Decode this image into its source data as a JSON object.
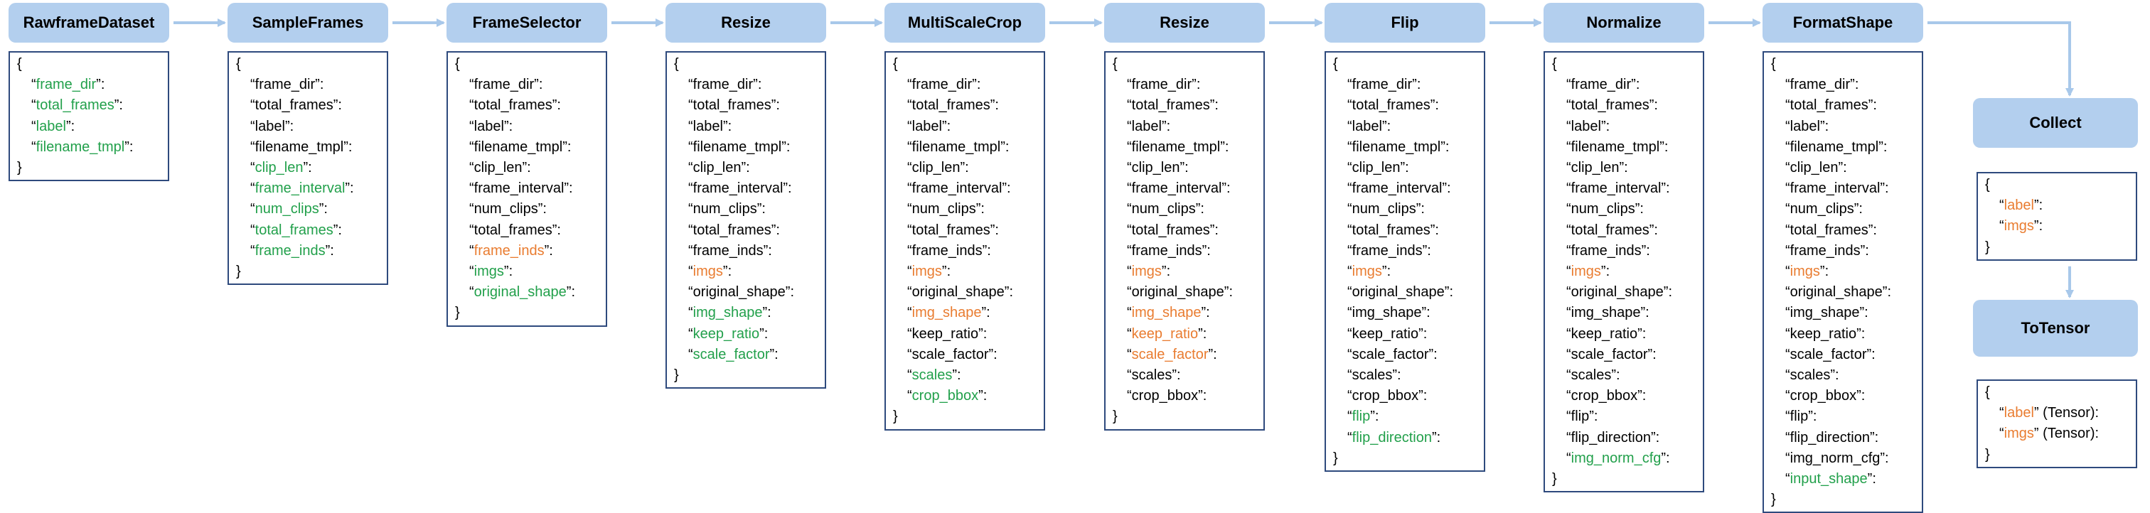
{
  "colors": {
    "box_fill": "#b3cfee",
    "box_border": "#2e4a7d",
    "arrow": "#a8c8ea",
    "added_key": "#22a04b",
    "modified_key": "#e97c30",
    "existing_key": "#000000"
  },
  "legend_note": "",
  "stages": [
    {
      "name": "RawframeDataset",
      "fields": [
        {
          "key": "frame_dir",
          "state": "new"
        },
        {
          "key": "total_frames",
          "state": "new"
        },
        {
          "key": "label",
          "state": "new"
        },
        {
          "key": "filename_tmpl",
          "state": "new"
        }
      ]
    },
    {
      "name": "SampleFrames",
      "fields": [
        {
          "key": "frame_dir",
          "state": "plain"
        },
        {
          "key": "total_frames",
          "state": "plain"
        },
        {
          "key": "label",
          "state": "plain"
        },
        {
          "key": "filename_tmpl",
          "state": "plain"
        },
        {
          "key": "clip_len",
          "state": "new"
        },
        {
          "key": "frame_interval",
          "state": "new"
        },
        {
          "key": "num_clips",
          "state": "new"
        },
        {
          "key": "total_frames",
          "state": "new"
        },
        {
          "key": "frame_inds",
          "state": "new"
        }
      ]
    },
    {
      "name": "FrameSelector",
      "fields": [
        {
          "key": "frame_dir",
          "state": "plain"
        },
        {
          "key": "total_frames",
          "state": "plain"
        },
        {
          "key": "label",
          "state": "plain"
        },
        {
          "key": "filename_tmpl",
          "state": "plain"
        },
        {
          "key": "clip_len",
          "state": "plain"
        },
        {
          "key": "frame_interval",
          "state": "plain"
        },
        {
          "key": "num_clips",
          "state": "plain"
        },
        {
          "key": "total_frames",
          "state": "plain"
        },
        {
          "key": "frame_inds",
          "state": "mod"
        },
        {
          "key": "imgs",
          "state": "new"
        },
        {
          "key": "original_shape",
          "state": "new"
        }
      ]
    },
    {
      "name": "Resize",
      "fields": [
        {
          "key": "frame_dir",
          "state": "plain"
        },
        {
          "key": "total_frames",
          "state": "plain"
        },
        {
          "key": "label",
          "state": "plain"
        },
        {
          "key": "filename_tmpl",
          "state": "plain"
        },
        {
          "key": "clip_len",
          "state": "plain"
        },
        {
          "key": "frame_interval",
          "state": "plain"
        },
        {
          "key": "num_clips",
          "state": "plain"
        },
        {
          "key": "total_frames",
          "state": "plain"
        },
        {
          "key": "frame_inds",
          "state": "plain"
        },
        {
          "key": "imgs",
          "state": "mod"
        },
        {
          "key": "original_shape",
          "state": "plain"
        },
        {
          "key": "img_shape",
          "state": "new"
        },
        {
          "key": "keep_ratio",
          "state": "new"
        },
        {
          "key": "scale_factor",
          "state": "new"
        }
      ]
    },
    {
      "name": "MultiScaleCrop",
      "fields": [
        {
          "key": "frame_dir",
          "state": "plain"
        },
        {
          "key": "total_frames",
          "state": "plain"
        },
        {
          "key": "label",
          "state": "plain"
        },
        {
          "key": "filename_tmpl",
          "state": "plain"
        },
        {
          "key": "clip_len",
          "state": "plain"
        },
        {
          "key": "frame_interval",
          "state": "plain"
        },
        {
          "key": "num_clips",
          "state": "plain"
        },
        {
          "key": "total_frames",
          "state": "plain"
        },
        {
          "key": "frame_inds",
          "state": "plain"
        },
        {
          "key": "imgs",
          "state": "mod"
        },
        {
          "key": "original_shape",
          "state": "plain"
        },
        {
          "key": "img_shape",
          "state": "mod"
        },
        {
          "key": "keep_ratio",
          "state": "plain"
        },
        {
          "key": "scale_factor",
          "state": "plain"
        },
        {
          "key": "scales",
          "state": "new"
        },
        {
          "key": "crop_bbox",
          "state": "new"
        }
      ]
    },
    {
      "name": "Resize",
      "fields": [
        {
          "key": "frame_dir",
          "state": "plain"
        },
        {
          "key": "total_frames",
          "state": "plain"
        },
        {
          "key": "label",
          "state": "plain"
        },
        {
          "key": "filename_tmpl",
          "state": "plain"
        },
        {
          "key": "clip_len",
          "state": "plain"
        },
        {
          "key": "frame_interval",
          "state": "plain"
        },
        {
          "key": "num_clips",
          "state": "plain"
        },
        {
          "key": "total_frames",
          "state": "plain"
        },
        {
          "key": "frame_inds",
          "state": "plain"
        },
        {
          "key": "imgs",
          "state": "mod"
        },
        {
          "key": "original_shape",
          "state": "plain"
        },
        {
          "key": "img_shape",
          "state": "mod"
        },
        {
          "key": "keep_ratio",
          "state": "mod"
        },
        {
          "key": "scale_factor",
          "state": "mod"
        },
        {
          "key": "scales",
          "state": "plain"
        },
        {
          "key": "crop_bbox",
          "state": "plain"
        }
      ]
    },
    {
      "name": "Flip",
      "fields": [
        {
          "key": "frame_dir",
          "state": "plain"
        },
        {
          "key": "total_frames",
          "state": "plain"
        },
        {
          "key": "label",
          "state": "plain"
        },
        {
          "key": "filename_tmpl",
          "state": "plain"
        },
        {
          "key": "clip_len",
          "state": "plain"
        },
        {
          "key": "frame_interval",
          "state": "plain"
        },
        {
          "key": "num_clips",
          "state": "plain"
        },
        {
          "key": "total_frames",
          "state": "plain"
        },
        {
          "key": "frame_inds",
          "state": "plain"
        },
        {
          "key": "imgs",
          "state": "mod"
        },
        {
          "key": "original_shape",
          "state": "plain"
        },
        {
          "key": "img_shape",
          "state": "plain"
        },
        {
          "key": "keep_ratio",
          "state": "plain"
        },
        {
          "key": "scale_factor",
          "state": "plain"
        },
        {
          "key": "scales",
          "state": "plain"
        },
        {
          "key": "crop_bbox",
          "state": "plain"
        },
        {
          "key": "flip",
          "state": "new"
        },
        {
          "key": "flip_direction",
          "state": "new"
        }
      ]
    },
    {
      "name": "Normalize",
      "fields": [
        {
          "key": "frame_dir",
          "state": "plain"
        },
        {
          "key": "total_frames",
          "state": "plain"
        },
        {
          "key": "label",
          "state": "plain"
        },
        {
          "key": "filename_tmpl",
          "state": "plain"
        },
        {
          "key": "clip_len",
          "state": "plain"
        },
        {
          "key": "frame_interval",
          "state": "plain"
        },
        {
          "key": "num_clips",
          "state": "plain"
        },
        {
          "key": "total_frames",
          "state": "plain"
        },
        {
          "key": "frame_inds",
          "state": "plain"
        },
        {
          "key": "imgs",
          "state": "mod"
        },
        {
          "key": "original_shape",
          "state": "plain"
        },
        {
          "key": "img_shape",
          "state": "plain"
        },
        {
          "key": "keep_ratio",
          "state": "plain"
        },
        {
          "key": "scale_factor",
          "state": "plain"
        },
        {
          "key": "scales",
          "state": "plain"
        },
        {
          "key": "crop_bbox",
          "state": "plain"
        },
        {
          "key": "flip",
          "state": "plain"
        },
        {
          "key": "flip_direction",
          "state": "plain"
        },
        {
          "key": "img_norm_cfg",
          "state": "new"
        }
      ]
    },
    {
      "name": "FormatShape",
      "fields": [
        {
          "key": "frame_dir",
          "state": "plain"
        },
        {
          "key": "total_frames",
          "state": "plain"
        },
        {
          "key": "label",
          "state": "plain"
        },
        {
          "key": "filename_tmpl",
          "state": "plain"
        },
        {
          "key": "clip_len",
          "state": "plain"
        },
        {
          "key": "frame_interval",
          "state": "plain"
        },
        {
          "key": "num_clips",
          "state": "plain"
        },
        {
          "key": "total_frames",
          "state": "plain"
        },
        {
          "key": "frame_inds",
          "state": "plain"
        },
        {
          "key": "imgs",
          "state": "mod"
        },
        {
          "key": "original_shape",
          "state": "plain"
        },
        {
          "key": "img_shape",
          "state": "plain"
        },
        {
          "key": "keep_ratio",
          "state": "plain"
        },
        {
          "key": "scale_factor",
          "state": "plain"
        },
        {
          "key": "scales",
          "state": "plain"
        },
        {
          "key": "crop_bbox",
          "state": "plain"
        },
        {
          "key": "flip",
          "state": "plain"
        },
        {
          "key": "flip_direction",
          "state": "plain"
        },
        {
          "key": "img_norm_cfg",
          "state": "plain"
        },
        {
          "key": "input_shape",
          "state": "new"
        }
      ]
    },
    {
      "name": "Collect",
      "fields": [
        {
          "key": "label",
          "state": "mod"
        },
        {
          "key": "imgs",
          "state": "mod"
        }
      ]
    },
    {
      "name": "ToTensor",
      "fields": [
        {
          "key": "label",
          "state": "mod",
          "suffix": " (Tensor)"
        },
        {
          "key": "imgs",
          "state": "mod",
          "suffix": " (Tensor)"
        }
      ]
    }
  ]
}
